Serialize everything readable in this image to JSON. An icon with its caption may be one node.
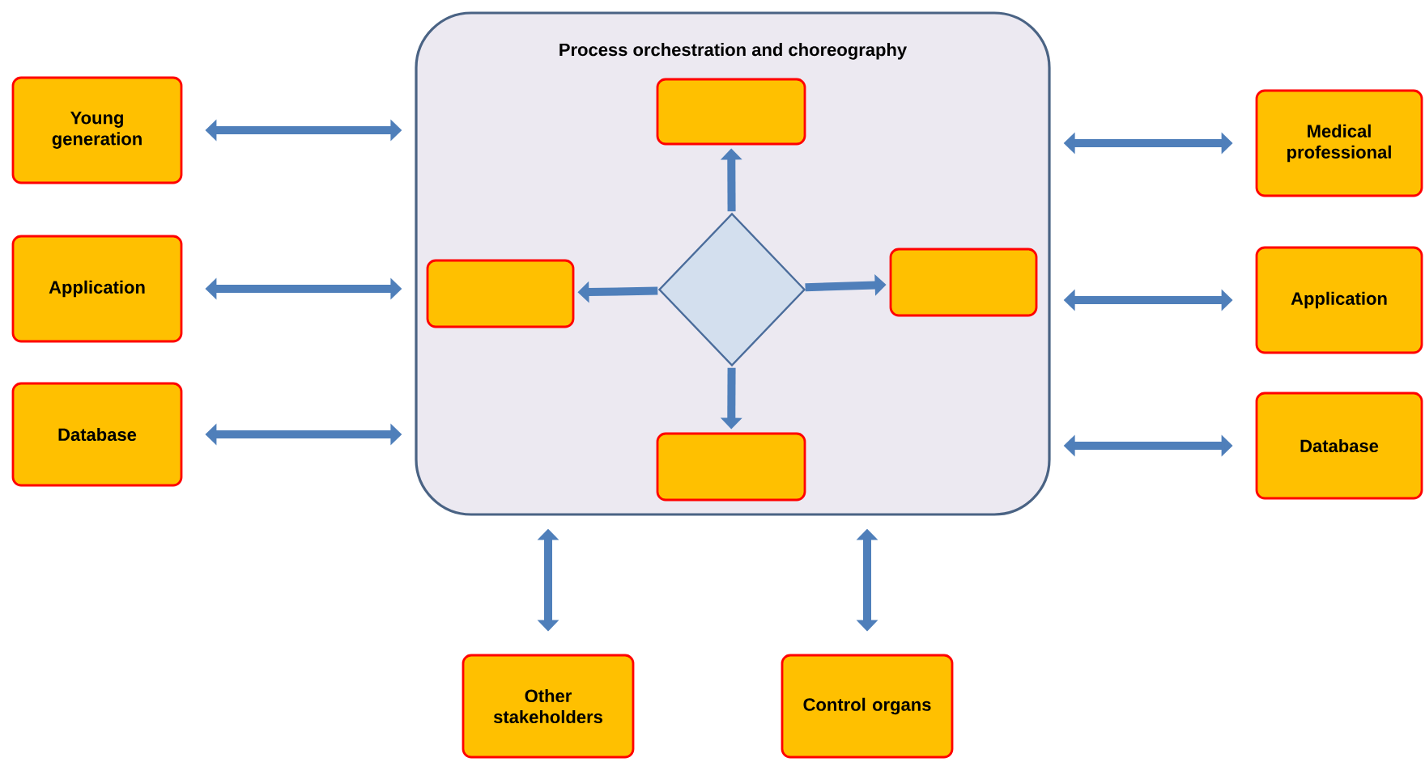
{
  "diagram": {
    "nodes": [
      {
        "text": [
          "Process orchestration and choreography"
        ]
      },
      {
        "text": [],
        "shape": "box",
        "in": 0
      },
      {
        "text": [],
        "shape": "box",
        "in": 0
      },
      {
        "text": [],
        "shape": "diamond",
        "in": 0
      },
      {
        "text": [],
        "shape": "box",
        "in": 0
      },
      {
        "text": [],
        "shape": "box",
        "in": 0
      },
      {
        "text": [
          "Young generation"
        ]
      },
      {
        "text": [
          "Application"
        ]
      },
      {
        "text": [
          "Database"
        ]
      },
      {
        "text": [
          "Medical professional"
        ]
      },
      {
        "text": [
          "Application"
        ]
      },
      {
        "text": [
          "Database"
        ]
      },
      {
        "text": [
          "Other stakeholders"
        ]
      },
      {
        "text": [
          "Control organs"
        ]
      }
    ],
    "edges": [
      {
        "from": 3,
        "to": 1,
        "arrow": "to"
      },
      {
        "from": 3,
        "to": 2,
        "arrow": "to"
      },
      {
        "from": 3,
        "to": 4,
        "arrow": "to"
      },
      {
        "from": 3,
        "to": 5,
        "arrow": "to"
      },
      {
        "from": 6,
        "to": 0,
        "arrow": "both"
      },
      {
        "from": 7,
        "to": 0,
        "arrow": "both"
      },
      {
        "from": 8,
        "to": 0,
        "arrow": "both"
      },
      {
        "from": 9,
        "to": 0,
        "arrow": "both"
      },
      {
        "from": 10,
        "to": 0,
        "arrow": "both"
      },
      {
        "from": 11,
        "to": 0,
        "arrow": "both"
      },
      {
        "from": 12,
        "to": 0,
        "arrow": "both"
      },
      {
        "from": 13,
        "to": 0,
        "arrow": "both"
      }
    ]
  }
}
